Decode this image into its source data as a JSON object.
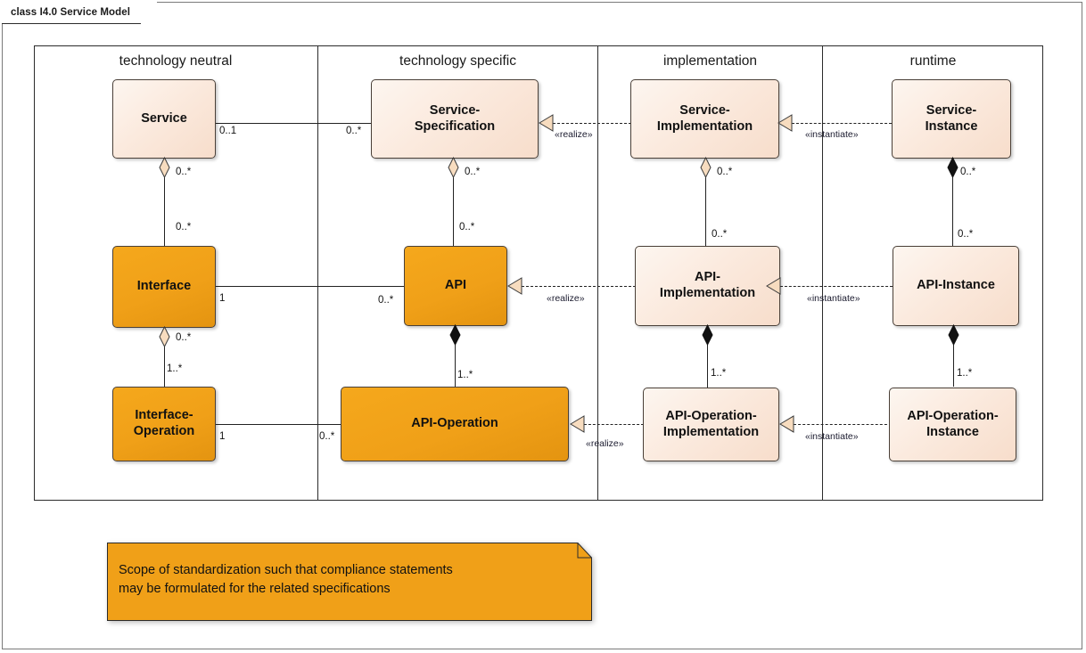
{
  "diagram": {
    "tab_label": "class I4.0 Service Model"
  },
  "lanes": [
    {
      "title": "technology neutral"
    },
    {
      "title": "technology specific"
    },
    {
      "title": "implementation"
    },
    {
      "title": "runtime"
    }
  ],
  "classes": {
    "service": {
      "label": "Service"
    },
    "service_specification": {
      "label": "Service-\nSpecification"
    },
    "service_implementation": {
      "label": "Service-\nImplementation"
    },
    "service_instance": {
      "label": "Service-\nInstance"
    },
    "interface": {
      "label": "Interface"
    },
    "api": {
      "label": "API"
    },
    "api_implementation": {
      "label": "API-\nImplementation"
    },
    "api_instance": {
      "label": "API-Instance"
    },
    "interface_operation": {
      "label": "Interface-\nOperation"
    },
    "api_operation": {
      "label": "API-Operation"
    },
    "api_operation_implementation": {
      "label": "API-Operation-\nImplementation"
    },
    "api_operation_instance": {
      "label": "API-Operation-\nInstance"
    }
  },
  "multiplicities": {
    "service_to_spec": "0..1",
    "spec_to_service": "0..*",
    "service_agg_top": "0..*",
    "interface_end": "0..*",
    "spec_agg_top": "0..*",
    "api_end": "0..*",
    "svcimpl_agg_top": "0..*",
    "apiimpl_end": "0..*",
    "svcinst_agg_top": "0..*",
    "apiinst_end": "0..*",
    "interface_to_operation": "1",
    "api_to_operation": "0..*",
    "interface_agg_bottom": "0..*",
    "interface_operation_end": "1..*",
    "api_comp_bottom": "1..*",
    "apiimpl_comp_bottom": "1..*",
    "apiinst_comp_bottom": "1..*",
    "intop_to_apiop": "1",
    "apiop_to_intop": "0..*"
  },
  "stereotypes": {
    "realize_service": "«realize»",
    "instantiate_service": "«instantiate»",
    "realize_api": "«realize»",
    "instantiate_api": "«instantiate»",
    "realize_apiop": "«realize»",
    "instantiate_apiop": "«instantiate»"
  },
  "note": {
    "text": "Scope of standardization such that compliance statements\nmay be formulated for the related specifications"
  },
  "colors": {
    "orange_fill": "#f0a018",
    "light_fill": "#fbeade",
    "line": "#222222",
    "diamond_fill": "#f7dcbf"
  }
}
